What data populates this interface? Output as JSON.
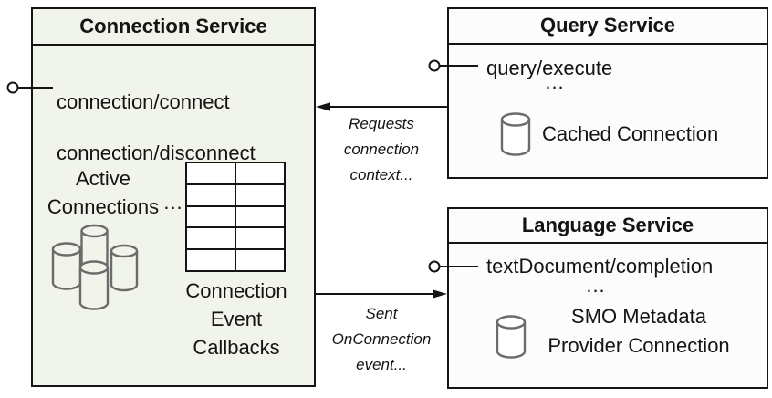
{
  "connection_service": {
    "title": "Connection Service",
    "endpoints": [
      "connection/connect",
      "connection/disconnect"
    ],
    "ellipsis": "...",
    "active_connections_label": "Active\nConnections",
    "callbacks_label": "Connection\nEvent\nCallbacks",
    "table": {
      "rows": 5,
      "cols": 2
    }
  },
  "query_service": {
    "title": "Query Service",
    "endpoints": [
      "query/execute"
    ],
    "ellipsis": "...",
    "connection_label": "Cached Connection"
  },
  "language_service": {
    "title": "Language Service",
    "endpoints": [
      "textDocument/completion"
    ],
    "ellipsis": "...",
    "connection_label": "SMO Metadata\nProvider Connection"
  },
  "annotations": {
    "requests": "Requests\nconnection\ncontext...",
    "sent": "Sent\nOnConnection\nevent..."
  },
  "colors": {
    "border": "#141414",
    "connection_box_fill": "#f1f4ea",
    "service_box_fill": "#fcfcfd",
    "icon_stroke": "#6b6b6b"
  }
}
